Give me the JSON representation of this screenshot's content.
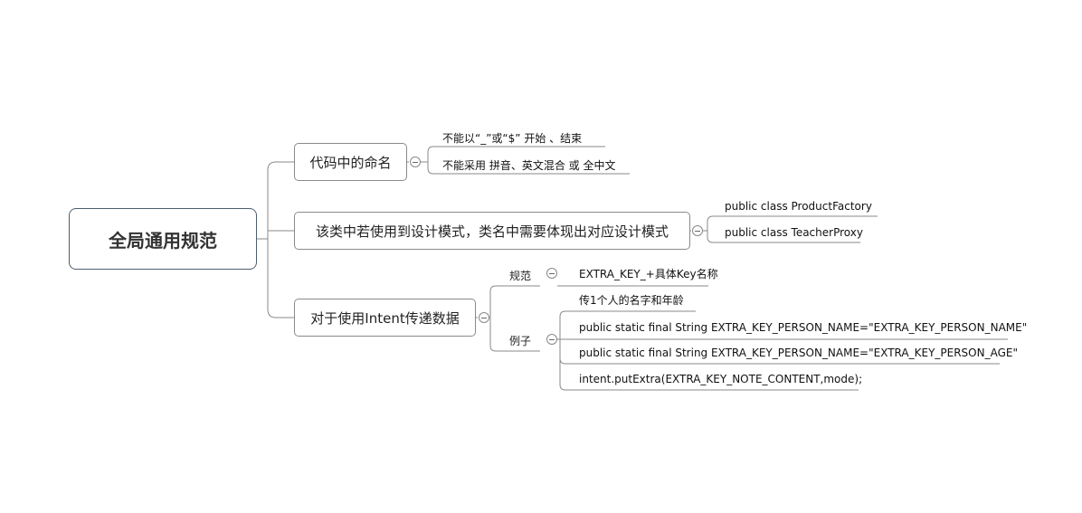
{
  "root": {
    "label": "全局通用规范"
  },
  "branches": [
    {
      "label": "代码中的命名",
      "children": [
        {
          "label": "不能以“_”或“$” 开始 、结束"
        },
        {
          "label": "不能采用 拼音、英文混合 或 全中文"
        }
      ]
    },
    {
      "label": "该类中若使用到设计模式，类名中需要体现出对应设计模式",
      "children": [
        {
          "label": "public class ProductFactory"
        },
        {
          "label": "public class TeacherProxy"
        }
      ]
    },
    {
      "label": "对于使用Intent传递数据",
      "children": [
        {
          "label": "规范",
          "children": [
            {
              "label": "EXTRA_KEY_+具体Key名称"
            }
          ]
        },
        {
          "label": "例子",
          "children": [
            {
              "label": "传1个人的名字和年龄"
            },
            {
              "label": "public static final String EXTRA_KEY_PERSON_NAME=\"EXTRA_KEY_PERSON_NAME\""
            },
            {
              "label": "public static final String EXTRA_KEY_PERSON_NAME=\"EXTRA_KEY_PERSON_AGE\""
            },
            {
              "label": "intent.putExtra(EXTRA_KEY_NOTE_CONTENT,mode);"
            }
          ]
        }
      ]
    }
  ],
  "colors": {
    "root_border": "#4d5e6e",
    "branch_border": "#8a8a8a",
    "connector": "#8a8a8a"
  }
}
